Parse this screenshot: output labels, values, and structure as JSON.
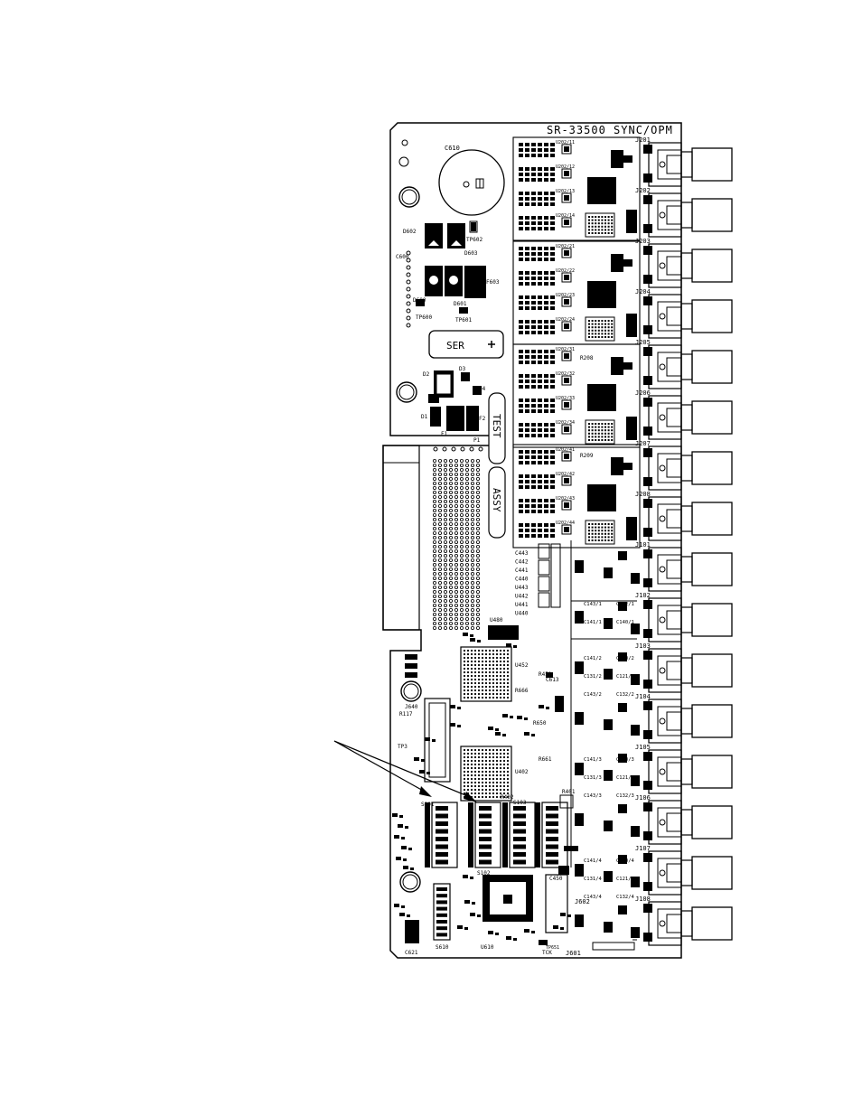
{
  "board": {
    "title": "SR-33500 SYNC/OPM",
    "buttons": {
      "ser": "SER",
      "test": "TEST",
      "assy": "ASSY"
    },
    "connectors_top": [
      "J201",
      "J202",
      "J203",
      "J204",
      "J205",
      "J206",
      "J207",
      "J208"
    ],
    "connectors_bottom": [
      "J101",
      "J102",
      "J103",
      "J104",
      "J105",
      "J106",
      "J107",
      "J108"
    ],
    "channel_group_labels": [
      [
        "U202/11",
        "U202/12",
        "U202/13",
        "U202/14"
      ],
      [
        "U202/21",
        "U202/22",
        "U202/23",
        "U202/24"
      ],
      [
        "U202/31",
        "U202/32",
        "U202/33",
        "U202/34"
      ],
      [
        "U202/41",
        "U202/42",
        "U202/43",
        "U202/44"
      ]
    ],
    "chip_labels": {
      "u452": "U452",
      "u402": "U402",
      "u480": "U480",
      "u610": "U610",
      "c610": "C610",
      "c621": "C621",
      "j602": "J602",
      "j601": "J601",
      "j640": "J640",
      "p1": "P1",
      "d1": "D1",
      "d2": "D2",
      "d3": "D3",
      "d4": "D4",
      "f1": "F1",
      "f2": "F2",
      "f603": "F603",
      "d602": "D602",
      "d603": "D603",
      "d600": "D600",
      "d601": "D601",
      "c600": "C600",
      "tp600": "TP600",
      "tp601": "TP601",
      "tp602": "TP602",
      "s101": "S101",
      "s102": "S102",
      "s103": "S103",
      "s610": "S610",
      "c450": "C450",
      "tck": "TCK",
      "tp3": "TP3",
      "r117": "R117",
      "r401": "R401",
      "r402": "R402",
      "r661": "R661",
      "r666": "R666",
      "r650": "R650",
      "r451": "R451",
      "r208": "R208",
      "r209": "R209",
      "c613": "C613",
      "tp651": "TP651"
    },
    "lower_caps": [
      [
        "C143/1",
        "C132/1",
        "C141/1",
        "C140/1"
      ],
      [
        "C141/2",
        "C140/2",
        "C131/2",
        "C121/2",
        "C143/2",
        "C132/2"
      ],
      [
        "C141/3",
        "C140/3",
        "C131/3",
        "C121/3",
        "C143/3",
        "C132/3"
      ],
      [
        "C141/4",
        "C140/4",
        "C131/4",
        "C121/4",
        "C143/4",
        "C132/4"
      ]
    ],
    "pad_labels": [
      "C443",
      "C442",
      "C441",
      "C440",
      "U443",
      "U442",
      "U441",
      "U440"
    ]
  }
}
